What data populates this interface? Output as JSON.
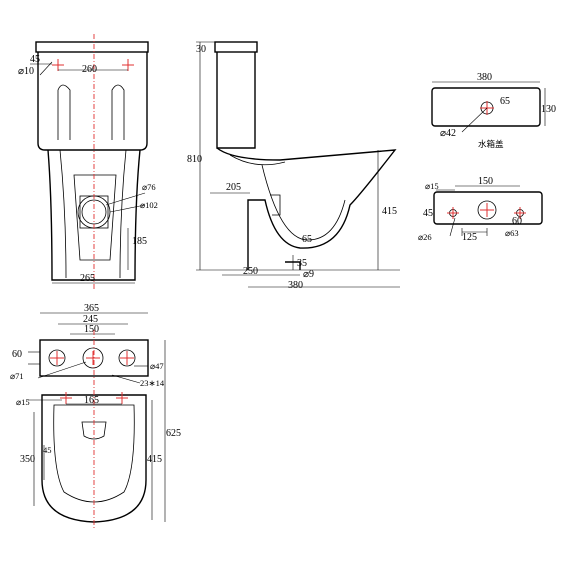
{
  "labels": {
    "front_10": "⌀10",
    "front_45": "45",
    "front_260": "260",
    "front_76": "⌀76",
    "front_102": "⌀102",
    "front_185": "185",
    "front_265": "265",
    "side_30": "30",
    "side_810": "810",
    "side_205": "205",
    "side_415": "415",
    "side_65": "65",
    "side_35": "35",
    "side_9": "⌀9",
    "side_250": "250",
    "side_380": "380",
    "tank_380": "380",
    "tank_65": "65",
    "tank_130": "130",
    "tank_42": "⌀42",
    "tank_note": "水箱盖",
    "tb_150": "150",
    "tb_15": "⌀15",
    "tb_45": "45",
    "tb_26": "⌀26",
    "tb_125": "125",
    "tb_60": "60",
    "tb_63": "⌀63",
    "top_365": "365",
    "top_245": "245",
    "top_150": "150",
    "top_60": "60",
    "top_71": "⌀71",
    "top_47": "⌀47",
    "top_23x14": "23∗14",
    "top_15": "⌀15",
    "top_165": "165",
    "top_45": "45",
    "top_350": "350",
    "top_415": "415",
    "top_625": "625"
  }
}
